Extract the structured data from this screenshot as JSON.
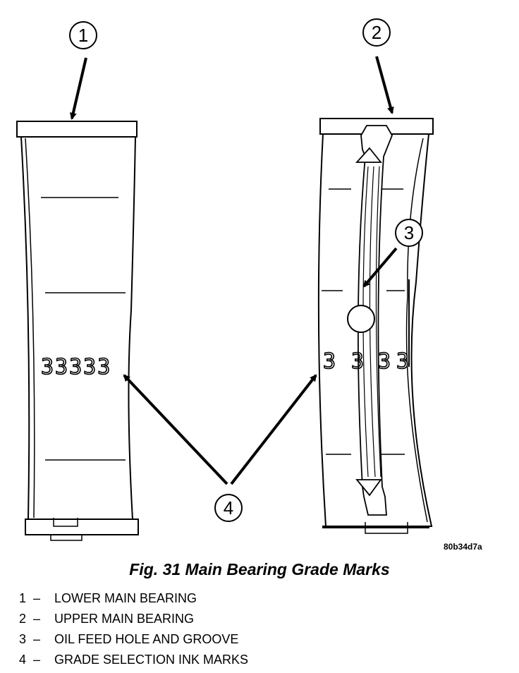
{
  "callouts": [
    "1",
    "2",
    "3",
    "4"
  ],
  "ink_marks": {
    "lower": "33333",
    "upper": [
      "3",
      "3",
      "3",
      "3"
    ]
  },
  "reference_code": "80b34d7a",
  "caption": "Fig. 31 Main Bearing Grade Marks",
  "legend": [
    {
      "number": "1",
      "dash": "–",
      "text": "LOWER MAIN BEARING"
    },
    {
      "number": "2",
      "dash": "–",
      "text": "UPPER MAIN BEARING"
    },
    {
      "number": "3",
      "dash": "–",
      "text": "OIL FEED HOLE AND GROOVE"
    },
    {
      "number": "4",
      "dash": "–",
      "text": "GRADE SELECTION INK MARKS"
    }
  ]
}
